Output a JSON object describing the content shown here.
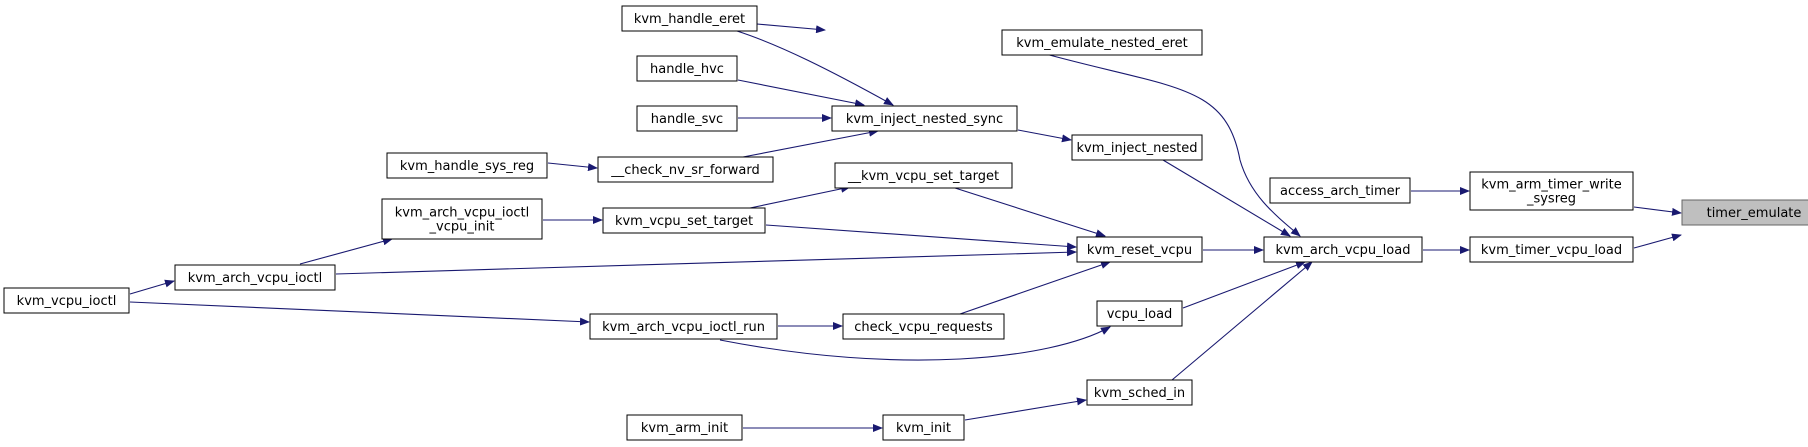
{
  "graph": {
    "nodes": {
      "timer_emulate": {
        "label": "timer_emulate"
      },
      "kvm_arm_timer_write_sysreg": {
        "label": "kvm_arm_timer_write\n_sysreg"
      },
      "kvm_timer_vcpu_load": {
        "label": "kvm_timer_vcpu_load"
      },
      "access_arch_timer": {
        "label": "access_arch_timer"
      },
      "kvm_arch_vcpu_load": {
        "label": "kvm_arch_vcpu_load"
      },
      "kvm_emulate_nested_eret": {
        "label": "kvm_emulate_nested_eret"
      },
      "kvm_inject_nested": {
        "label": "kvm_inject_nested"
      },
      "kvm_reset_vcpu": {
        "label": "kvm_reset_vcpu"
      },
      "vcpu_load": {
        "label": "vcpu_load"
      },
      "kvm_sched_in": {
        "label": "kvm_sched_in"
      },
      "kvm_handle_eret": {
        "label": "kvm_handle_eret"
      },
      "kvm_inject_nested_sync": {
        "label": "kvm_inject_nested_sync"
      },
      "handle_hvc": {
        "label": "handle_hvc"
      },
      "handle_svc": {
        "label": "handle_svc"
      },
      "check_nv_sr_forward": {
        "label": "__check_nv_sr_forward"
      },
      "kvm_handle_sys_reg": {
        "label": "kvm_handle_sys_reg"
      },
      "kvm_vcpu_set_target_inner": {
        "label": "__kvm_vcpu_set_target"
      },
      "kvm_vcpu_set_target": {
        "label": "kvm_vcpu_set_target"
      },
      "kvm_arch_vcpu_ioctl_vcpu_init": {
        "label": "kvm_arch_vcpu_ioctl\n_vcpu_init"
      },
      "kvm_arch_vcpu_ioctl": {
        "label": "kvm_arch_vcpu_ioctl"
      },
      "kvm_vcpu_ioctl": {
        "label": "kvm_vcpu_ioctl"
      },
      "check_vcpu_requests": {
        "label": "check_vcpu_requests"
      },
      "kvm_arch_vcpu_ioctl_run": {
        "label": "kvm_arch_vcpu_ioctl_run"
      },
      "kvm_init": {
        "label": "kvm_init"
      },
      "kvm_arm_init": {
        "label": "kvm_arm_init"
      }
    },
    "edges": [
      {
        "from": "kvm_arm_timer_write_sysreg",
        "to": "timer_emulate"
      },
      {
        "from": "kvm_timer_vcpu_load",
        "to": "timer_emulate"
      },
      {
        "from": "access_arch_timer",
        "to": "kvm_arm_timer_write_sysreg"
      },
      {
        "from": "kvm_arch_vcpu_load",
        "to": "kvm_timer_vcpu_load"
      },
      {
        "from": "kvm_emulate_nested_eret",
        "to": "kvm_arch_vcpu_load"
      },
      {
        "from": "kvm_inject_nested",
        "to": "kvm_arch_vcpu_load"
      },
      {
        "from": "kvm_reset_vcpu",
        "to": "kvm_arch_vcpu_load"
      },
      {
        "from": "vcpu_load",
        "to": "kvm_arch_vcpu_load"
      },
      {
        "from": "kvm_sched_in",
        "to": "kvm_arch_vcpu_load"
      },
      {
        "from": "kvm_handle_eret",
        "to": "kvm_emulate_nested_eret"
      },
      {
        "from": "kvm_inject_nested_sync",
        "to": "kvm_inject_nested"
      },
      {
        "from": "kvm_handle_eret",
        "to": "kvm_inject_nested_sync"
      },
      {
        "from": "handle_hvc",
        "to": "kvm_inject_nested_sync"
      },
      {
        "from": "handle_svc",
        "to": "kvm_inject_nested_sync"
      },
      {
        "from": "check_nv_sr_forward",
        "to": "kvm_inject_nested_sync"
      },
      {
        "from": "kvm_handle_sys_reg",
        "to": "check_nv_sr_forward"
      },
      {
        "from": "kvm_vcpu_set_target_inner",
        "to": "kvm_reset_vcpu"
      },
      {
        "from": "kvm_vcpu_set_target",
        "to": "kvm_reset_vcpu"
      },
      {
        "from": "kvm_arch_vcpu_ioctl",
        "to": "kvm_reset_vcpu"
      },
      {
        "from": "check_vcpu_requests",
        "to": "kvm_reset_vcpu"
      },
      {
        "from": "kvm_vcpu_set_target",
        "to": "kvm_vcpu_set_target_inner"
      },
      {
        "from": "kvm_arch_vcpu_ioctl_vcpu_init",
        "to": "kvm_vcpu_set_target"
      },
      {
        "from": "kvm_arch_vcpu_ioctl",
        "to": "kvm_arch_vcpu_ioctl_vcpu_init"
      },
      {
        "from": "kvm_vcpu_ioctl",
        "to": "kvm_arch_vcpu_ioctl"
      },
      {
        "from": "kvm_arch_vcpu_ioctl_run",
        "to": "check_vcpu_requests"
      },
      {
        "from": "kvm_vcpu_ioctl",
        "to": "kvm_arch_vcpu_ioctl_run"
      },
      {
        "from": "kvm_arch_vcpu_ioctl_run",
        "to": "vcpu_load"
      },
      {
        "from": "kvm_init",
        "to": "kvm_sched_in"
      },
      {
        "from": "kvm_arm_init",
        "to": "kvm_init"
      }
    ]
  },
  "colors": {
    "edge": "#191970",
    "highlight_fill": "#bfbfbf",
    "highlight_border": "#666666"
  }
}
